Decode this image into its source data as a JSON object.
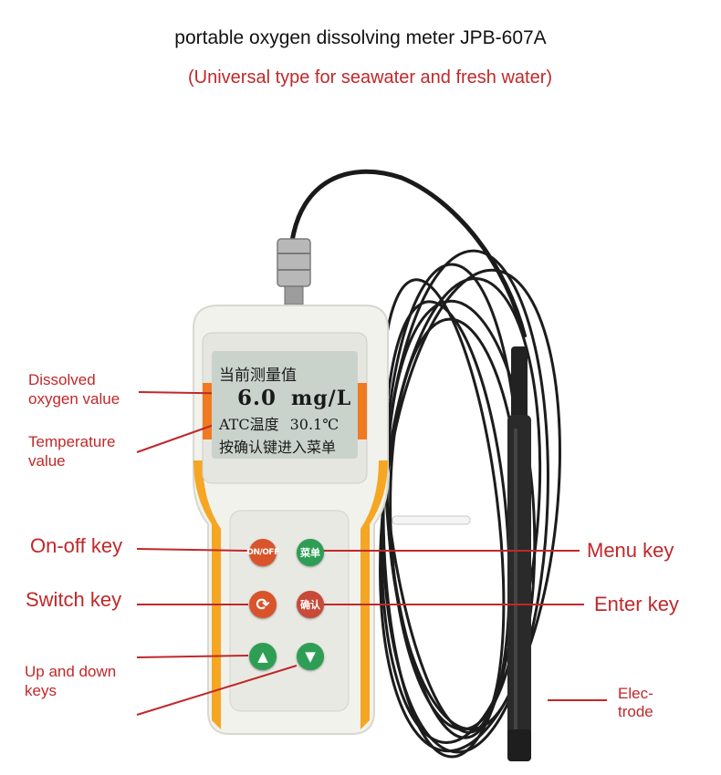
{
  "title": "portable oxygen dissolving meter JPB-607A",
  "subtitle": "(Universal type for seawater and fresh water)",
  "display": {
    "line1": "当前测量值",
    "reading_value": "6.0",
    "reading_unit": "mg/L",
    "temp_label": "ATC温度",
    "temp_value": "30.1℃",
    "line4": "按确认键进入菜单"
  },
  "keys": {
    "onoff": "ON/OFF",
    "menu": "菜单",
    "switch": "⟳",
    "enter": "确认",
    "up": "▲",
    "down": "▼"
  },
  "labels": {
    "dissolved_oxygen": "Dissolved oxygen value",
    "temperature": "Temperature value",
    "onoff_key": "On-off key",
    "switch_key": "Switch key",
    "updown_keys": "Up and down keys",
    "menu_key": "Menu key",
    "enter_key": "Enter key",
    "electrode": "Elec- trode"
  },
  "colors": {
    "annotation": "#c0282a",
    "body": "#f3f3ef",
    "accent": "#f5a623",
    "lcd": "#c9d3cc"
  }
}
